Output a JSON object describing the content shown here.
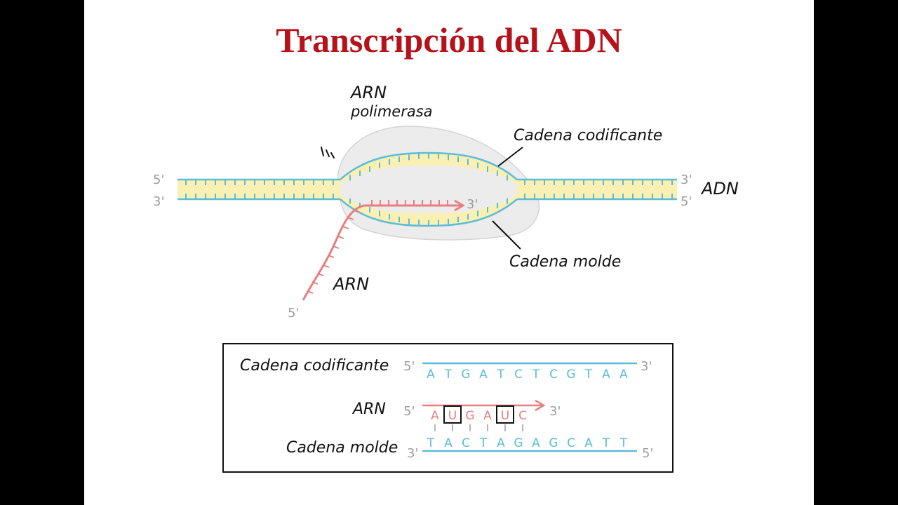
{
  "title": "Transcripción del ADN",
  "labels": {
    "polymerase_line1": "ARN",
    "polymerase_line2": "polimerasa",
    "coding_strand": "Cadena codificante",
    "template_strand": "Cadena molde",
    "dna": "ADN",
    "rna": "ARN"
  },
  "ends": {
    "five_prime": "5'",
    "three_prime": "3'"
  },
  "box": {
    "coding_label": "Cadena codificante",
    "rna_label": "ARN",
    "template_label": "Cadena molde",
    "coding_seq": [
      "A",
      "T",
      "G",
      "A",
      "T",
      "C",
      "T",
      "C",
      "G",
      "T",
      "A",
      "A"
    ],
    "rna_seq": [
      "A",
      "U",
      "G",
      "A",
      "U",
      "C"
    ],
    "template_seq": [
      "T",
      "A",
      "C",
      "T",
      "A",
      "G",
      "A",
      "G",
      "C",
      "A",
      "T",
      "T"
    ]
  },
  "colors": {
    "title": "#b5121b",
    "dna_strand": "#5bbcd6",
    "base_fill": "#fbf0b4",
    "rna": "#e87e7e",
    "polymerase": "#ececec",
    "prime_label": "#9e9e9e"
  }
}
